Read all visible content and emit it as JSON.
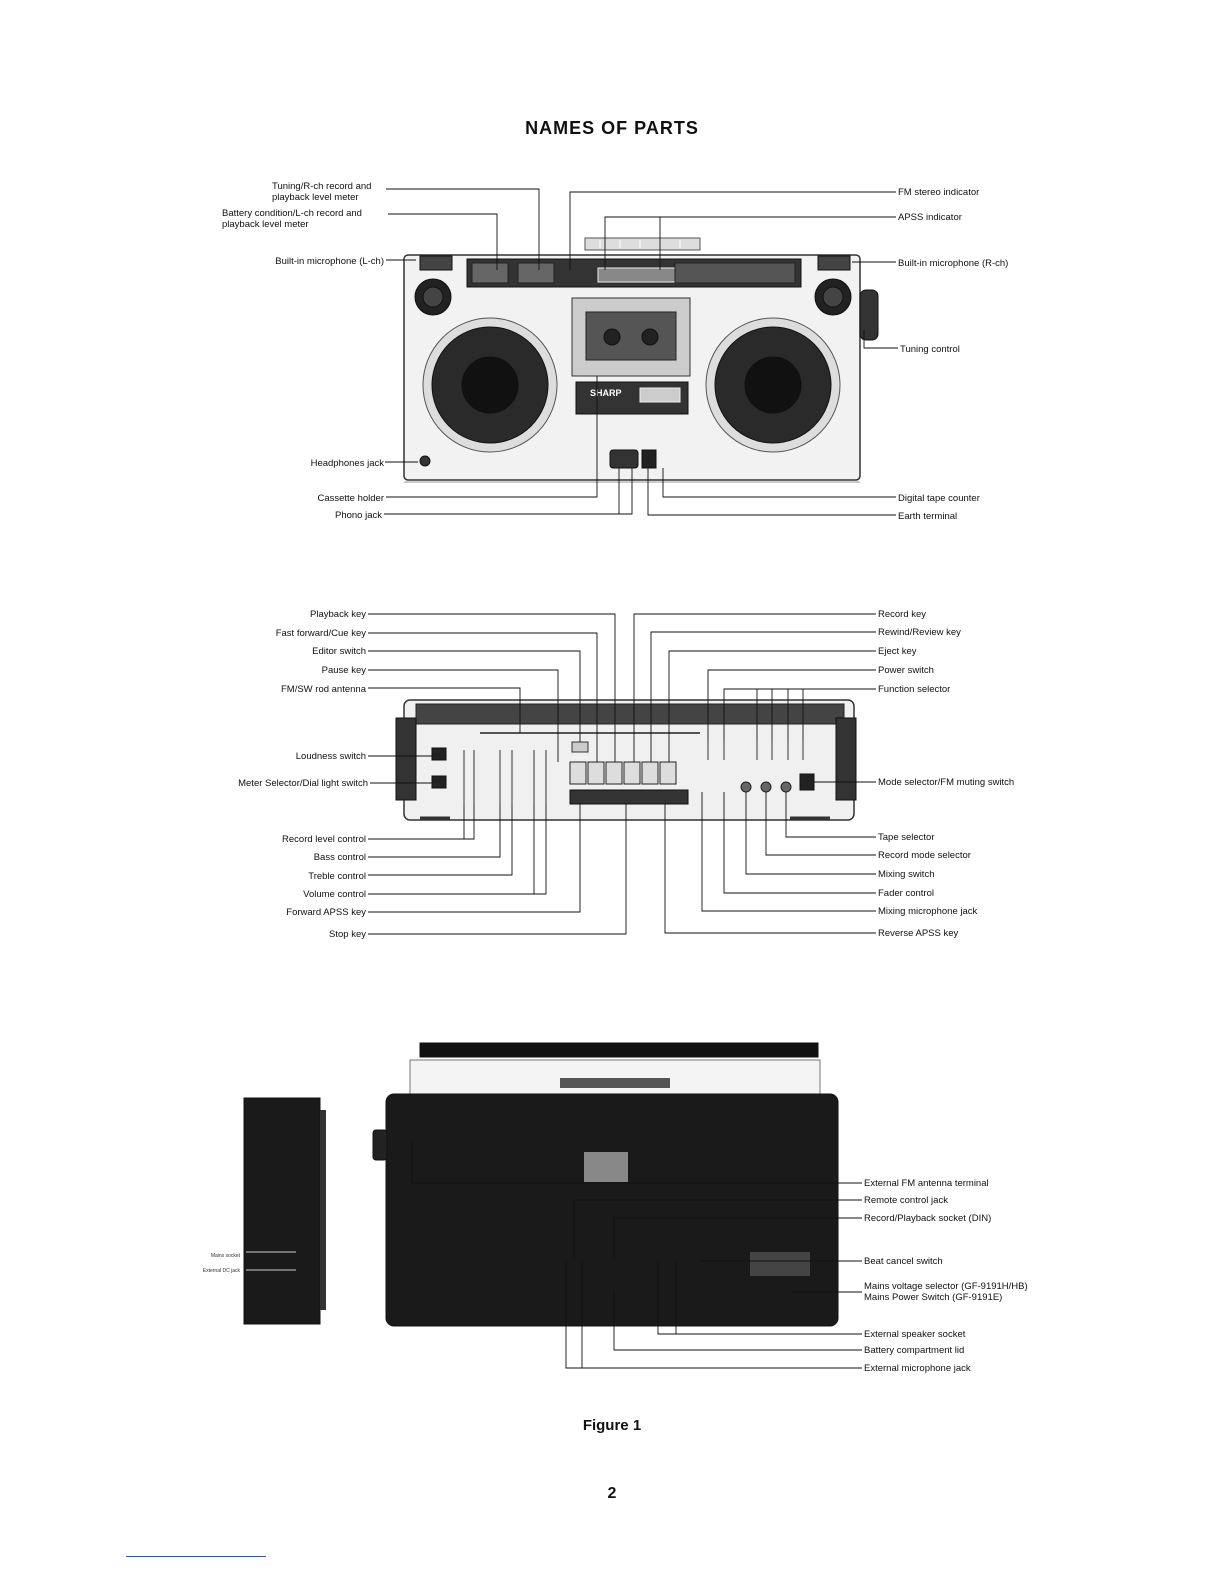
{
  "page_title": "NAMES OF PARTS",
  "figure_caption": "Figure 1",
  "page_number": "2",
  "brand_name": "SHARP",
  "front_view": {
    "left_labels": [
      "Tuning/R-ch record and\nplayback level meter",
      "Battery condition/L-ch record and\nplayback level meter",
      "Built-in microphone (L-ch)",
      "Headphones jack",
      "Cassette holder",
      "Phono jack"
    ],
    "right_labels": [
      "FM stereo indicator",
      "APSS indicator",
      "Built-in microphone (R-ch)",
      "Tuning control",
      "Digital tape counter",
      "Earth terminal"
    ]
  },
  "top_view": {
    "left_labels": [
      "Playback key",
      "Fast forward/Cue key",
      "Editor switch",
      "Pause key",
      "FM/SW rod antenna",
      "Loudness switch",
      "Meter Selector/Dial light switch",
      "Record level control",
      "Bass control",
      "Treble control",
      "Volume control",
      "Forward APSS key",
      "Stop key"
    ],
    "right_labels": [
      "Record key",
      "Rewind/Review key",
      "Eject key",
      "Power switch",
      "Function selector",
      "Mode selector/FM muting switch",
      "Tape selector",
      "Record mode selector",
      "Mixing switch",
      "Fader control",
      "Mixing microphone jack",
      "Reverse APSS key"
    ]
  },
  "rear_view": {
    "side_labels": [
      "Mains socket",
      "External DC jack"
    ],
    "right_labels": [
      "External FM antenna terminal",
      "Remote control jack",
      "Record/Playback socket (DIN)",
      "Beat cancel switch",
      "Mains voltage selector (GF-9191H/HB)\nMains Power Switch (GF-9191E)",
      "External speaker socket",
      "Battery compartment lid",
      "External microphone jack"
    ]
  }
}
